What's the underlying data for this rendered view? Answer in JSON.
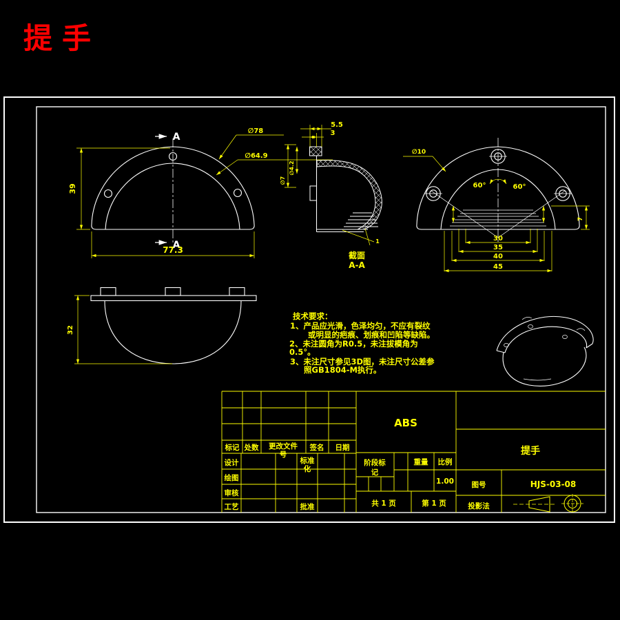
{
  "app": {
    "title": "提手"
  },
  "colors": {
    "background": "#000000",
    "line": "#ffffff",
    "dimension": "#ffff00",
    "title_red": "#ff0000"
  },
  "front_view": {
    "section_label_top": "A",
    "section_label_bottom": "A",
    "width_dim": "77.3",
    "height_dim": "39",
    "outer_dia_leader": "∅78",
    "inner_dia_leader": "∅64.9"
  },
  "section_view": {
    "flange_width_dim": "5.5",
    "flange_step_dim": "3",
    "boss_dia_dim": "∅7",
    "hole_dia_dim": "∅4.2",
    "draft_angle_dim": "1",
    "caption_1": "截面",
    "caption_2": "A-A"
  },
  "rear_view": {
    "hole_dia_leader": "∅10",
    "angle_left": "60°",
    "angle_right": "60°",
    "rib_dims": [
      "30",
      "35",
      "40",
      "45"
    ],
    "depth_dim": "7"
  },
  "plan_view": {
    "height_dim": "32"
  },
  "tech_requirements": {
    "heading": "技术要求：",
    "lines": [
      "1、产品应光滑，色泽均匀，不应有裂纹",
      "或明显的疤痕、划痕和凹陷等缺陷。",
      "2、未注圆角为R0.5，未注拔模角为",
      "0.5°。",
      "3、未注尺寸参见3D图，未注尺寸公差参",
      "照GB1804-M执行。"
    ]
  },
  "title_block": {
    "material": "ABS",
    "part_name": "提手",
    "drawing_no_label": "图号",
    "drawing_no": "HJS-03-08",
    "projection_label": "投影法",
    "row_headers": {
      "mark": "标记",
      "count": "处数",
      "change_file": "更改文件",
      "change_file_2": "号",
      "signature": "签名",
      "date": "日期"
    },
    "left_labels": {
      "design": "设计",
      "draw": "绘图",
      "check": "审核",
      "process": "工艺",
      "standard_1": "标准",
      "standard_2": "化",
      "approve": "批准"
    },
    "middle": {
      "stage_1": "阶段标",
      "stage_2": "记",
      "weight": "重量",
      "scale": "比例",
      "scale_value": "1.00",
      "total_pages": "共 1 页",
      "page_no": "第 1 页"
    }
  }
}
